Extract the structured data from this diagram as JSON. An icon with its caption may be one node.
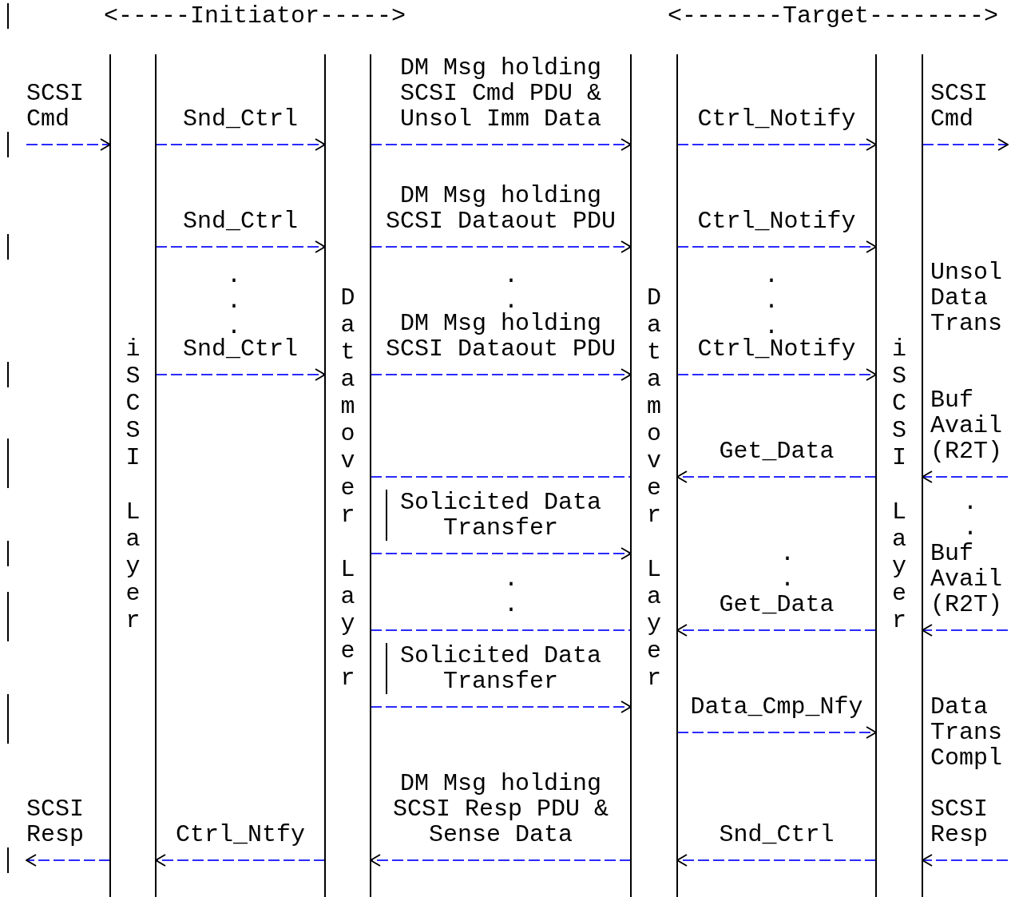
{
  "diagram": {
    "nodes": [
      {
        "text": [
          "iSCSI Layer"
        ]
      },
      {
        "text": [
          "Datamover Layer"
        ]
      },
      {
        "text": [
          "Datamover Layer"
        ]
      },
      {
        "text": [
          "iSCSI Layer"
        ]
      }
    ],
    "edges": [
      {
        "from": null,
        "to": 0,
        "arrow": "to",
        "label": "SCSI Cmd"
      },
      {
        "from": 0,
        "to": 1,
        "arrow": "to",
        "label": "Snd_Ctrl"
      },
      {
        "from": 1,
        "to": 2,
        "arrow": "to",
        "label": "DM Msg holding SCSI Cmd PDU & Unsol Imm Data"
      },
      {
        "from": 2,
        "to": 3,
        "arrow": "to",
        "label": "Ctrl_Notify"
      },
      {
        "from": 3,
        "to": null,
        "arrow": "to",
        "label": "SCSI Cmd"
      },
      {
        "from": 0,
        "to": 1,
        "arrow": "to",
        "label": "Snd_Ctrl"
      },
      {
        "from": 1,
        "to": 2,
        "arrow": "to",
        "label": "DM Msg holding SCSI Dataout PDU"
      },
      {
        "from": 2,
        "to": 3,
        "arrow": "to",
        "label": "Ctrl_Notify"
      },
      {
        "from": 0,
        "to": 1,
        "arrow": "to",
        "label": "Snd_Ctrl"
      },
      {
        "from": 1,
        "to": 2,
        "arrow": "to",
        "label": "DM Msg holding SCSI Dataout PDU"
      },
      {
        "from": 2,
        "to": 3,
        "arrow": "to",
        "label": "Ctrl_Notify"
      },
      {
        "from": 1,
        "to": 2,
        "arrow": "none"
      },
      {
        "from": 3,
        "to": 2,
        "arrow": "to",
        "label": "Get_Data"
      },
      {
        "from": null,
        "to": 3,
        "arrow": "to",
        "label": "Buf Avail (R2T)"
      },
      {
        "from": 1,
        "to": 2,
        "arrow": "to",
        "label": "Solicited Data Transfer"
      },
      {
        "from": 1,
        "to": 2,
        "arrow": "none"
      },
      {
        "from": 3,
        "to": 2,
        "arrow": "to",
        "label": "Get_Data"
      },
      {
        "from": null,
        "to": 3,
        "arrow": "to",
        "label": "Buf Avail (R2T)"
      },
      {
        "from": 1,
        "to": 2,
        "arrow": "to",
        "label": "Solicited Data Transfer"
      },
      {
        "from": 2,
        "to": 3,
        "arrow": "to",
        "label": "Data_Cmp_Nfy"
      },
      {
        "from": 0,
        "to": null,
        "arrow": "to",
        "label": "SCSI Resp"
      },
      {
        "from": 1,
        "to": 0,
        "arrow": "to",
        "label": "Ctrl_Ntfy"
      },
      {
        "from": 2,
        "to": 1,
        "arrow": "to",
        "label": "DM Msg holding SCSI Resp PDU & Sense Data"
      },
      {
        "from": 3,
        "to": 2,
        "arrow": "to",
        "label": "Snd_Ctrl"
      },
      {
        "from": null,
        "to": 3,
        "arrow": "to",
        "label": "SCSI Resp"
      }
    ],
    "labels": [
      "<-----Initiator----->",
      "<-------Target-------->",
      ". . .",
      ". .",
      ". . .",
      "Unsol Data Trans",
      ". .",
      ". .",
      ". .",
      "Data Trans Compl"
    ]
  }
}
